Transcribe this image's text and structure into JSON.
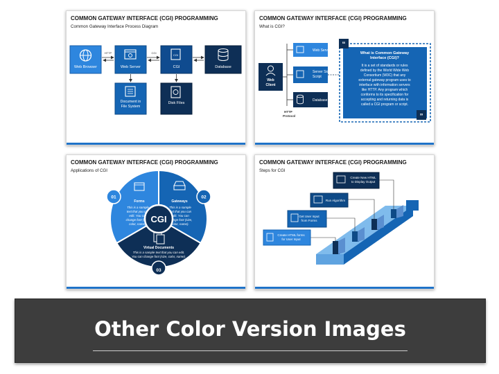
{
  "slides": [
    {
      "title": "COMMON GATEWAY INTERFACE (CGI) PROGRAMMING",
      "subtitle": "Common Gateway Interface Process Diagram",
      "nodes": {
        "web_browser": "Web Browser",
        "web_server": "Web Server",
        "cgi": "CGI",
        "database": "Database",
        "document_fs_line1": "Document in",
        "document_fs_line2": "File System",
        "disk_files": "Disk Files"
      },
      "arrows": {
        "http": "HTTP",
        "cgi": "CGI"
      }
    },
    {
      "title": "COMMON GATEWAY INTERFACE (CGI) PROGRAMMING",
      "subtitle": "What is CGI?",
      "client_line1": "Web",
      "client_line2": "Client",
      "http_line1": "HTTP",
      "http_line2": "Protocol",
      "servers": {
        "web_server": "Web Server",
        "server_side_line1": "Server Side",
        "server_side_line2": "Script",
        "database": "Database"
      },
      "panel_title_line1": "What is Common Gateway",
      "panel_title_line2": "Interface (CGI)?",
      "panel_text": [
        "It is a set of standards or rules",
        "defined by the World Wide Web",
        "Consortium (W3C) that any",
        "external gateway program uses to",
        "interface with information servers",
        "like HTTP. Any program which",
        "conforms to its specification for",
        "accepting and returning data is",
        "called a CGI program or script."
      ]
    },
    {
      "title": "COMMON GATEWAY INTERFACE (CGI) PROGRAMMING",
      "subtitle": "Applications of CGI",
      "center": "CGI",
      "segments": [
        {
          "num": "01",
          "label": "Forms",
          "text": [
            "This is a sample",
            "text that you can",
            "edit. You can",
            "change font (size,",
            "color, name)."
          ]
        },
        {
          "num": "02",
          "label": "Gateways",
          "text": [
            "This is a sample",
            "text that you can",
            "edit. You can",
            "change font (size,",
            "color, name)."
          ]
        },
        {
          "num": "03",
          "label": "Virtual Documents",
          "text": [
            "This is a sample text that you can edit.",
            "You can change font (size, color, name)."
          ]
        }
      ]
    },
    {
      "title": "COMMON GATEWAY INTERFACE (CGI) PROGRAMMING",
      "subtitle": "Steps for CGI",
      "steps": [
        {
          "line1": "Create HTML forms",
          "line2": "for User Input"
        },
        {
          "line1": "Get User Input",
          "line2": "from Forms"
        },
        {
          "line1": "Run Algorithm",
          "line2": ""
        },
        {
          "line1": "Create New HTML",
          "line2": "to Display Output"
        }
      ]
    }
  ],
  "banner": {
    "title": "Other Color Version Images"
  },
  "colors": {
    "accent": "#1f73c8",
    "navy": "#0e2f56",
    "mid_blue": "#1565b4",
    "light_blue": "#2e86de",
    "banner_bg": "#3d3d3d"
  }
}
